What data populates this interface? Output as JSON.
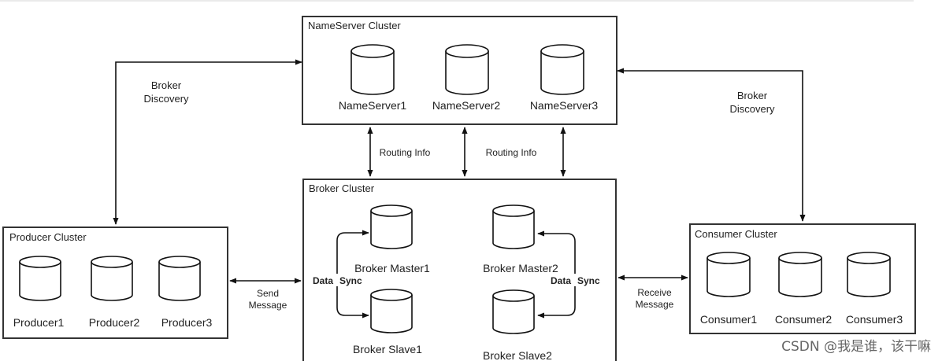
{
  "clusters": {
    "nameserver": {
      "title": "NameServer Cluster",
      "nodes": [
        "NameServer1",
        "NameServer2",
        "NameServer3"
      ]
    },
    "broker": {
      "title": "Broker Cluster",
      "nodes": [
        "Broker Master1",
        "Broker Master2",
        "Broker Slave1",
        "Broker Slave2"
      ]
    },
    "producer": {
      "title": "Producer Cluster",
      "nodes": [
        "Producer1",
        "Producer2",
        "Producer3"
      ]
    },
    "consumer": {
      "title": "Consumer Cluster",
      "nodes": [
        "Consumer1",
        "Consumer2",
        "Consumer3"
      ]
    }
  },
  "edges": {
    "broker_discovery_left": [
      "Broker",
      "Discovery"
    ],
    "broker_discovery_right": [
      "Broker",
      "Discovery"
    ],
    "routing_info_1": "Routing Info",
    "routing_info_2": "Routing Info",
    "data_sync_left": [
      "Data",
      "Sync"
    ],
    "data_sync_right": [
      "Data",
      "Sync"
    ],
    "send_message": [
      "Send",
      "Message"
    ],
    "receive_message": [
      "Receive",
      "Message"
    ]
  },
  "watermark": "CSDN @我是谁，该干嘛"
}
